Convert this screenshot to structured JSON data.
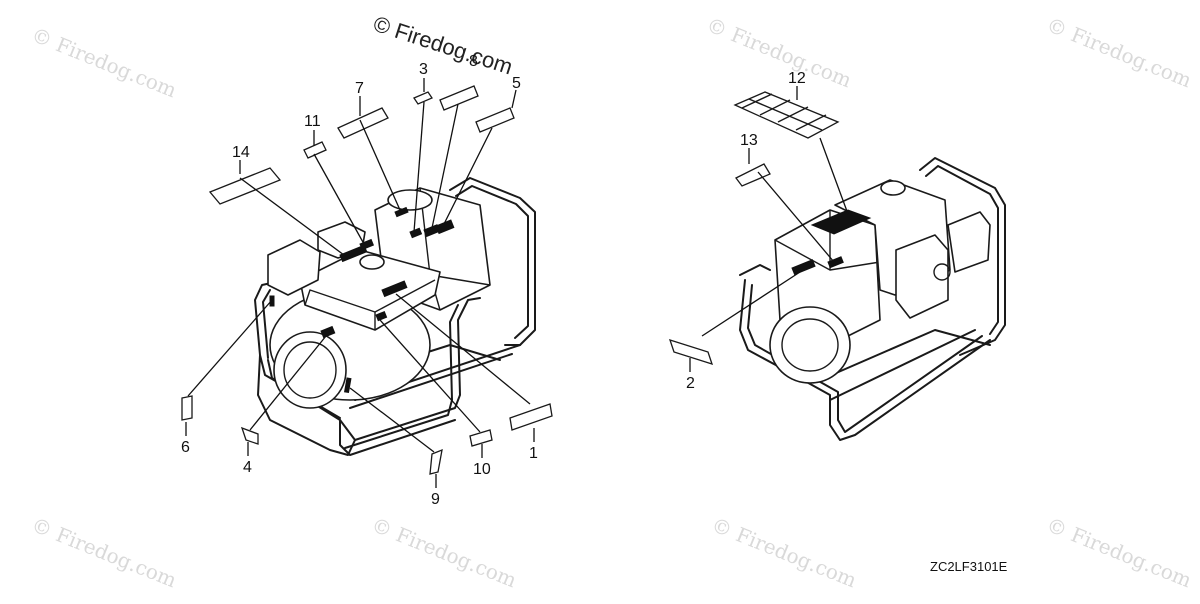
{
  "watermark": {
    "main_text": "© Firedog.com",
    "faint_text": "© Firedog.com"
  },
  "drawing_code": "ZC2LF3101E",
  "callouts": {
    "c1": "1",
    "c2": "2",
    "c3": "3",
    "c4": "4",
    "c5": "5",
    "c6": "6",
    "c7": "7",
    "c8": "8",
    "c9": "9",
    "c10": "10",
    "c11": "11",
    "c12": "12",
    "c13": "13",
    "c14": "14"
  },
  "colors": {
    "line": "#1a1a1a",
    "watermark": "#d9d9d9",
    "background": "#ffffff"
  }
}
